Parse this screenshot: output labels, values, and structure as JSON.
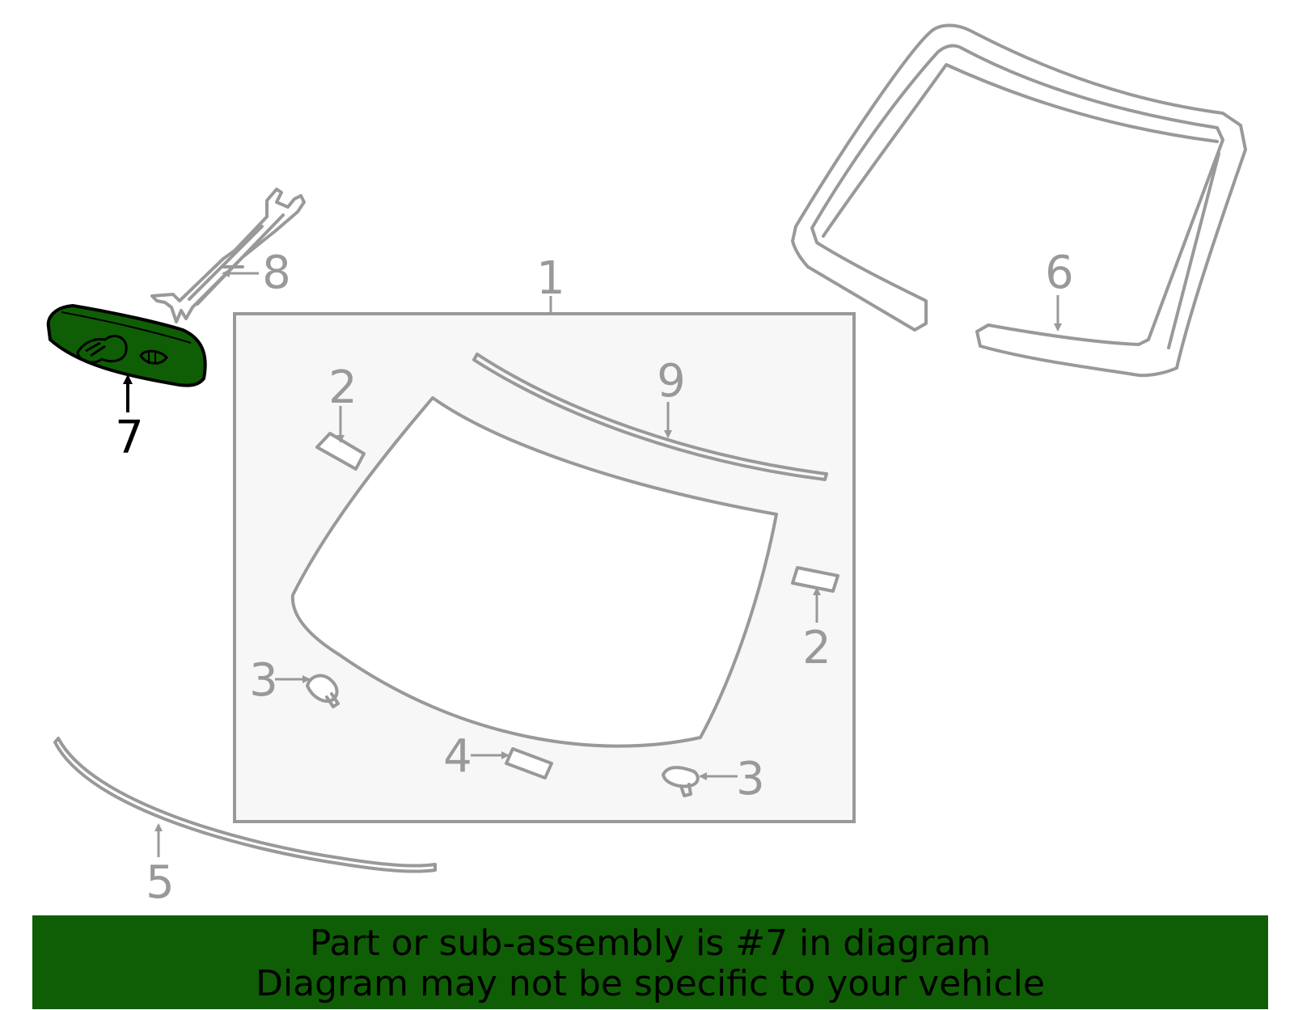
{
  "diagram": {
    "callouts": {
      "c1": "1",
      "c2a": "2",
      "c2b": "2",
      "c3a": "3",
      "c3b": "3",
      "c4": "4",
      "c5": "5",
      "c6": "6",
      "c7": "7",
      "c8": "8",
      "c9": "9"
    },
    "highlight_color": "#0f5e05",
    "part_stroke_color": "#999999",
    "selected_part": "7"
  },
  "banner": {
    "line1": "Part or sub-assembly is #7 in diagram",
    "line2": "Diagram may not be specific to your vehicle"
  }
}
